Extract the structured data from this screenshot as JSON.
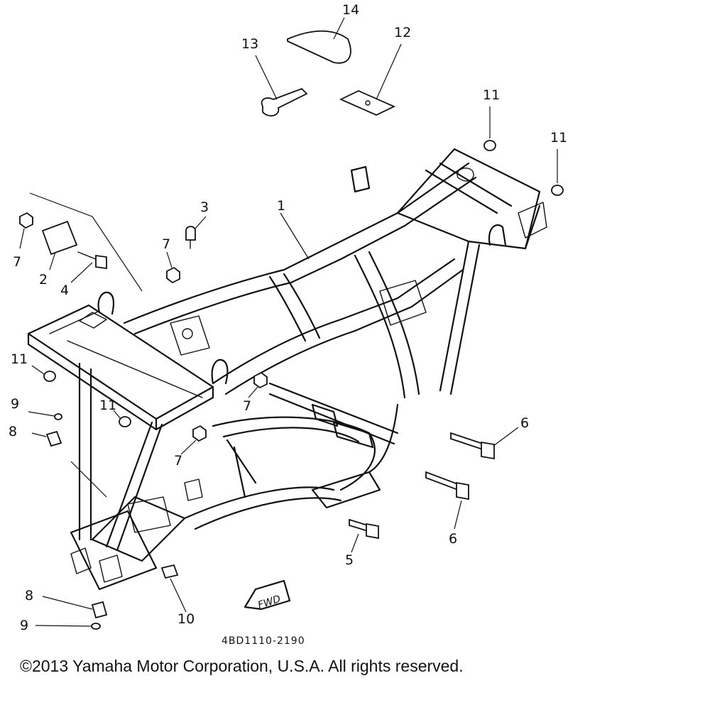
{
  "callouts": {
    "c1": "1",
    "c2": "2",
    "c3": "3",
    "c4": "4",
    "c5": "5",
    "c6a": "6",
    "c6b": "6",
    "c7a": "7",
    "c7b": "7",
    "c7c": "7",
    "c7d": "7",
    "c8a": "8",
    "c8b": "8",
    "c9a": "9",
    "c9b": "9",
    "c10": "10",
    "c11a": "11",
    "c11b": "11",
    "c11c": "11",
    "c11d": "11",
    "c12": "12",
    "c13": "13",
    "c14": "14"
  },
  "fwd_label": "FWD",
  "drawing_code": "4BD1110-2190",
  "copyright": "©2013 Yamaha Motor Corporation, U.S.A. All rights reserved."
}
